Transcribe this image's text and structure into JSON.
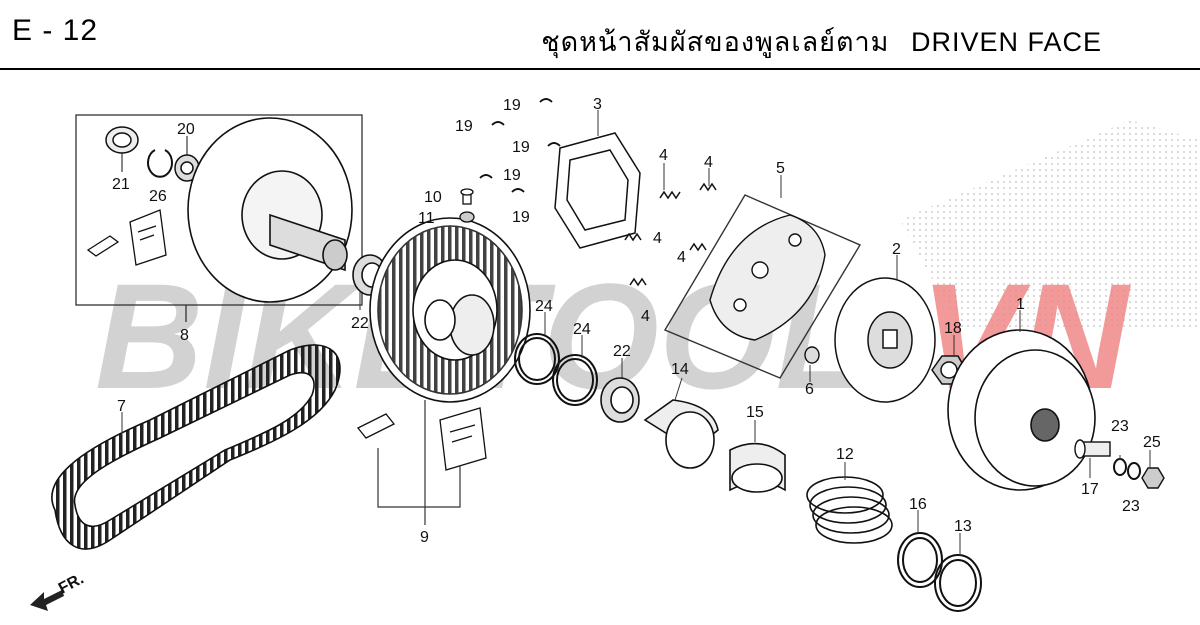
{
  "page_code": "E - 12",
  "title_thai": "ชุดหน้าสัมผัสของพูลเลย์ตาม",
  "title_en": "DRIVEN FACE",
  "watermark": {
    "text_gray": "BIKETOOL",
    "text_red": "VN",
    "color_gray": "#c8c8c8",
    "color_red": "#f08080"
  },
  "direction_label": "FR.",
  "callouts": [
    {
      "id": "c19a",
      "text": "19"
    },
    {
      "id": "c19b",
      "text": "19"
    },
    {
      "id": "c19c",
      "text": "19"
    },
    {
      "id": "c19d",
      "text": "19"
    },
    {
      "id": "c19e",
      "text": "19"
    },
    {
      "id": "c3",
      "text": "3"
    },
    {
      "id": "c20",
      "text": "20"
    },
    {
      "id": "c21",
      "text": "21"
    },
    {
      "id": "c26",
      "text": "26"
    },
    {
      "id": "c10",
      "text": "10"
    },
    {
      "id": "c11",
      "text": "11"
    },
    {
      "id": "c4a",
      "text": "4"
    },
    {
      "id": "c4b",
      "text": "4"
    },
    {
      "id": "c4c",
      "text": "4"
    },
    {
      "id": "c4d",
      "text": "4"
    },
    {
      "id": "c4e",
      "text": "4"
    },
    {
      "id": "c5",
      "text": "5"
    },
    {
      "id": "c2",
      "text": "2"
    },
    {
      "id": "c1",
      "text": "1"
    },
    {
      "id": "c18",
      "text": "18"
    },
    {
      "id": "c6",
      "text": "6"
    },
    {
      "id": "c22a",
      "text": "22"
    },
    {
      "id": "c8",
      "text": "8"
    },
    {
      "id": "c24a",
      "text": "24"
    },
    {
      "id": "c24b",
      "text": "24"
    },
    {
      "id": "c22b",
      "text": "22"
    },
    {
      "id": "c14",
      "text": "14"
    },
    {
      "id": "c7",
      "text": "7"
    },
    {
      "id": "c15",
      "text": "15"
    },
    {
      "id": "c12",
      "text": "12"
    },
    {
      "id": "c9",
      "text": "9"
    },
    {
      "id": "c16",
      "text": "16"
    },
    {
      "id": "c13",
      "text": "13"
    },
    {
      "id": "c23a",
      "text": "23"
    },
    {
      "id": "c25",
      "text": "25"
    },
    {
      "id": "c17",
      "text": "17"
    },
    {
      "id": "c23b",
      "text": "23"
    }
  ]
}
